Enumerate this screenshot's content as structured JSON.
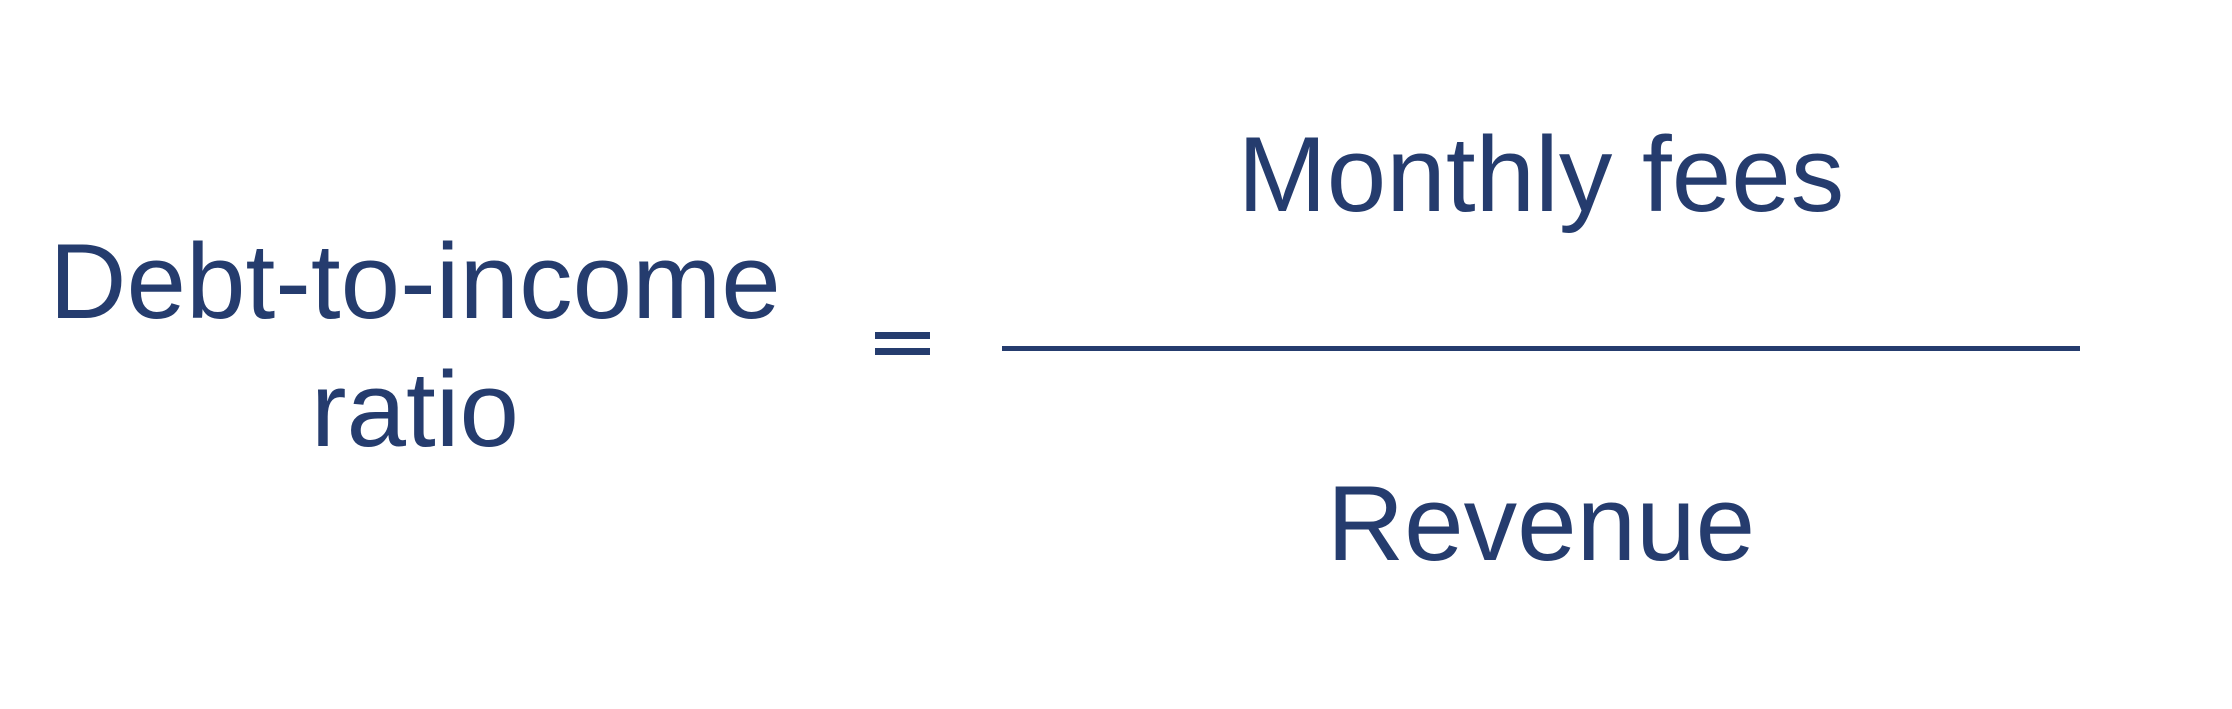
{
  "page": {
    "background": "#ffffff"
  },
  "colors": {
    "text_navy": "#253c6e",
    "fraction_bar_navy": "#253c6e"
  },
  "formula": {
    "description": "Debt-to-income ratio formula",
    "lhs_line1": "Debt-to-income",
    "lhs_line2": "ratio",
    "equals": "=",
    "numerator": "Monthly fees",
    "denominator": "Revenue"
  }
}
